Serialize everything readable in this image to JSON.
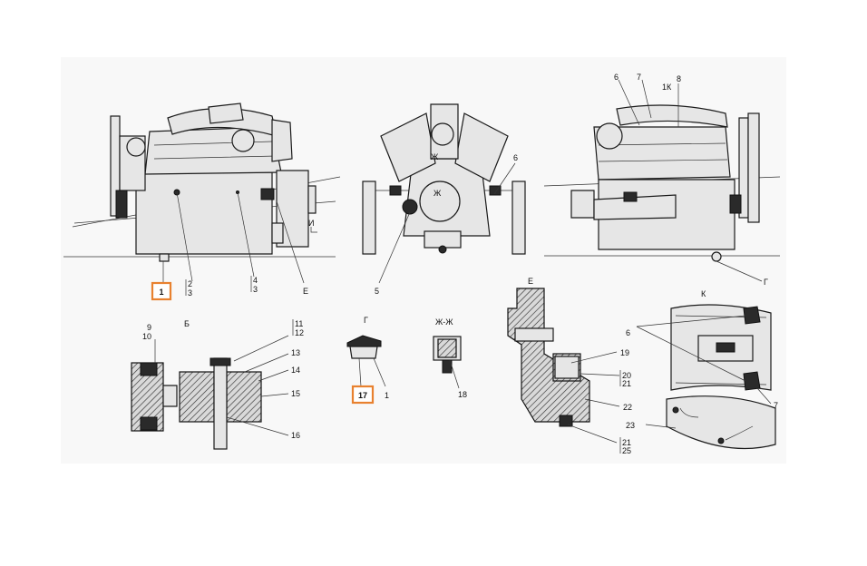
{
  "highlight_color": "#e8812f",
  "sections": {
    "b": "Б",
    "g": "Г",
    "zh": "Ж-Ж",
    "e": "Е",
    "k": "К",
    "i": "И"
  },
  "view_marks": {
    "zh": "Ж",
    "i": "И",
    "ik": "1К"
  },
  "labels": {
    "n1": "1",
    "n2": "2",
    "n3": "3",
    "n4": "4",
    "n5": "5",
    "n6": "6",
    "n7": "7",
    "n8": "8",
    "n9": "9",
    "n10": "10",
    "n11": "11",
    "n12": "12",
    "n13": "13",
    "n14": "14",
    "n15": "15",
    "n16": "16",
    "n17": "17",
    "n18": "18",
    "n19": "19",
    "n20": "20",
    "n21": "21",
    "n22": "22",
    "n23": "23",
    "n25": "25",
    "e": "Е",
    "g": "Г"
  }
}
